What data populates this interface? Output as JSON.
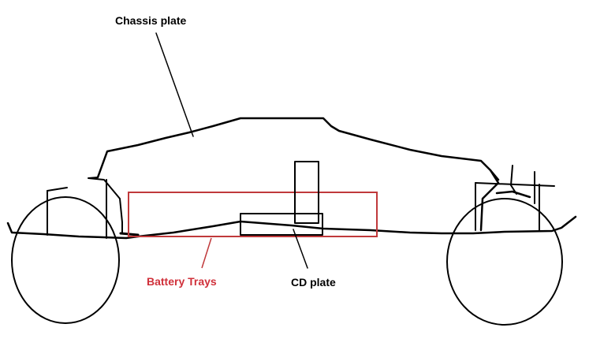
{
  "diagram": {
    "title": "Car chassis side-view sketch",
    "colors": {
      "ink": "#000000",
      "highlight": "#c0393b",
      "highlight_text": "#d0303a",
      "background": "#ffffff"
    },
    "labels": {
      "chassis_plate": "Chassis plate",
      "battery_trays": "Battery Trays",
      "cd_plate": "CD plate"
    }
  }
}
